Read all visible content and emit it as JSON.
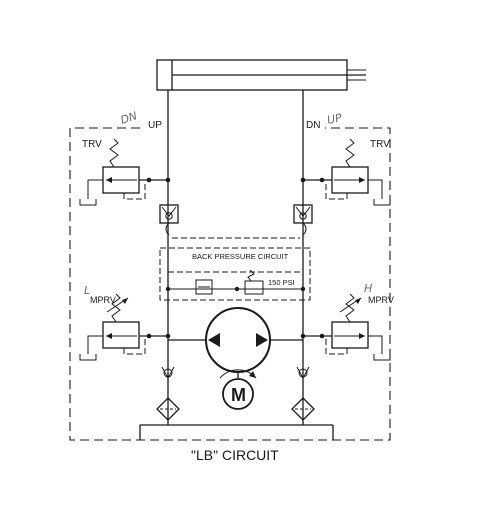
{
  "labels": {
    "up": "UP",
    "dn": "DN",
    "trv_left": "TRV",
    "trv_right": "TRV",
    "back_pressure": "BACK PRESSURE CIRCUIT",
    "psi": "150 PSI",
    "mprv_left": "MPRV",
    "mprv_right": "MPRV",
    "motor": "M",
    "circuit_title": "\"LB\" CIRCUIT"
  },
  "handwriting": {
    "dn_left": "DN",
    "up_right": "UP",
    "l_mark": "L",
    "h_mark": "H"
  }
}
